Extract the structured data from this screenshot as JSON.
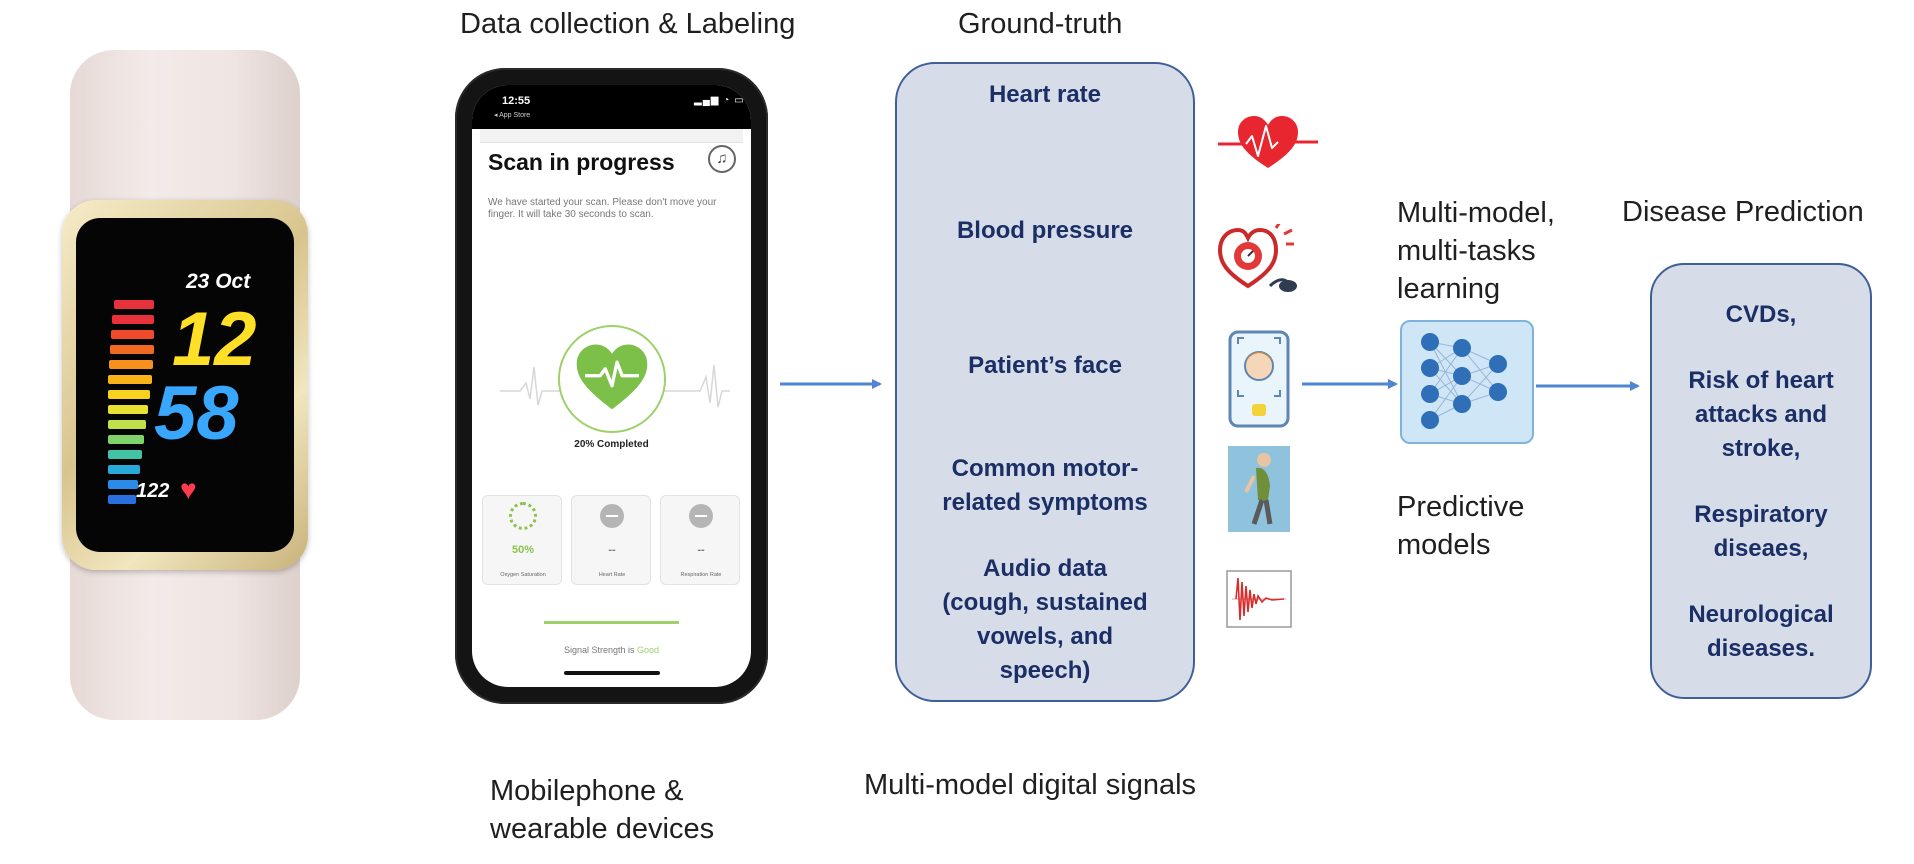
{
  "headers": {
    "data_collection": "Data collection & Labeling",
    "ground_truth": "Ground-truth",
    "multi_model": [
      "Multi-model,",
      "multi-tasks",
      "learning"
    ],
    "disease_prediction": "Disease Prediction"
  },
  "captions": {
    "devices": [
      "Mobilephone &",
      "wearable devices"
    ],
    "signals": "Multi-model digital signals",
    "predictive": [
      "Predictive",
      "models"
    ]
  },
  "watch": {
    "date": "23 Oct",
    "hour": "12",
    "minute": "58",
    "heart_rate": "122"
  },
  "phone": {
    "time": "12:55",
    "back_label": "◂ App Store",
    "title": "Scan in progress",
    "description": "We have started your scan. Please don't move your finger. It will take 30 seconds to scan.",
    "progress_text": "20% Completed",
    "progress": 0.2,
    "tiles": [
      {
        "value": "50%",
        "label": "Oxygen Saturation"
      },
      {
        "value": "--",
        "label": "Heart Rate"
      },
      {
        "value": "--",
        "label": "Respiration Rate"
      }
    ],
    "signal_prefix": "Signal Strength is",
    "signal_value": "Good"
  },
  "ground_truth_items": [
    [
      "Heart rate"
    ],
    [
      "Blood pressure"
    ],
    [
      "Patient’s face"
    ],
    [
      "Common motor-",
      "related symptoms"
    ],
    [
      "Audio data",
      "(cough, sustained",
      "vowels, and",
      "speech)"
    ]
  ],
  "icons": [
    "heart-ecg-icon",
    "blood-pressure-icon",
    "face-scan-icon",
    "walking-patient-icon",
    "audio-waveform-icon",
    "neural-network-icon"
  ],
  "diseases": [
    [
      "CVDs,"
    ],
    [
      "Risk of heart",
      "attacks and",
      "stroke,"
    ],
    [
      "Respiratory",
      "diseaes,"
    ],
    [
      "Neurological",
      "diseases."
    ]
  ],
  "colors": {
    "box_fill": "#d6dde8",
    "box_border": "#3f5f96",
    "text_navy": "#1b2f66",
    "arrow": "#4f86d0",
    "accent_green": "#9ed06b"
  }
}
